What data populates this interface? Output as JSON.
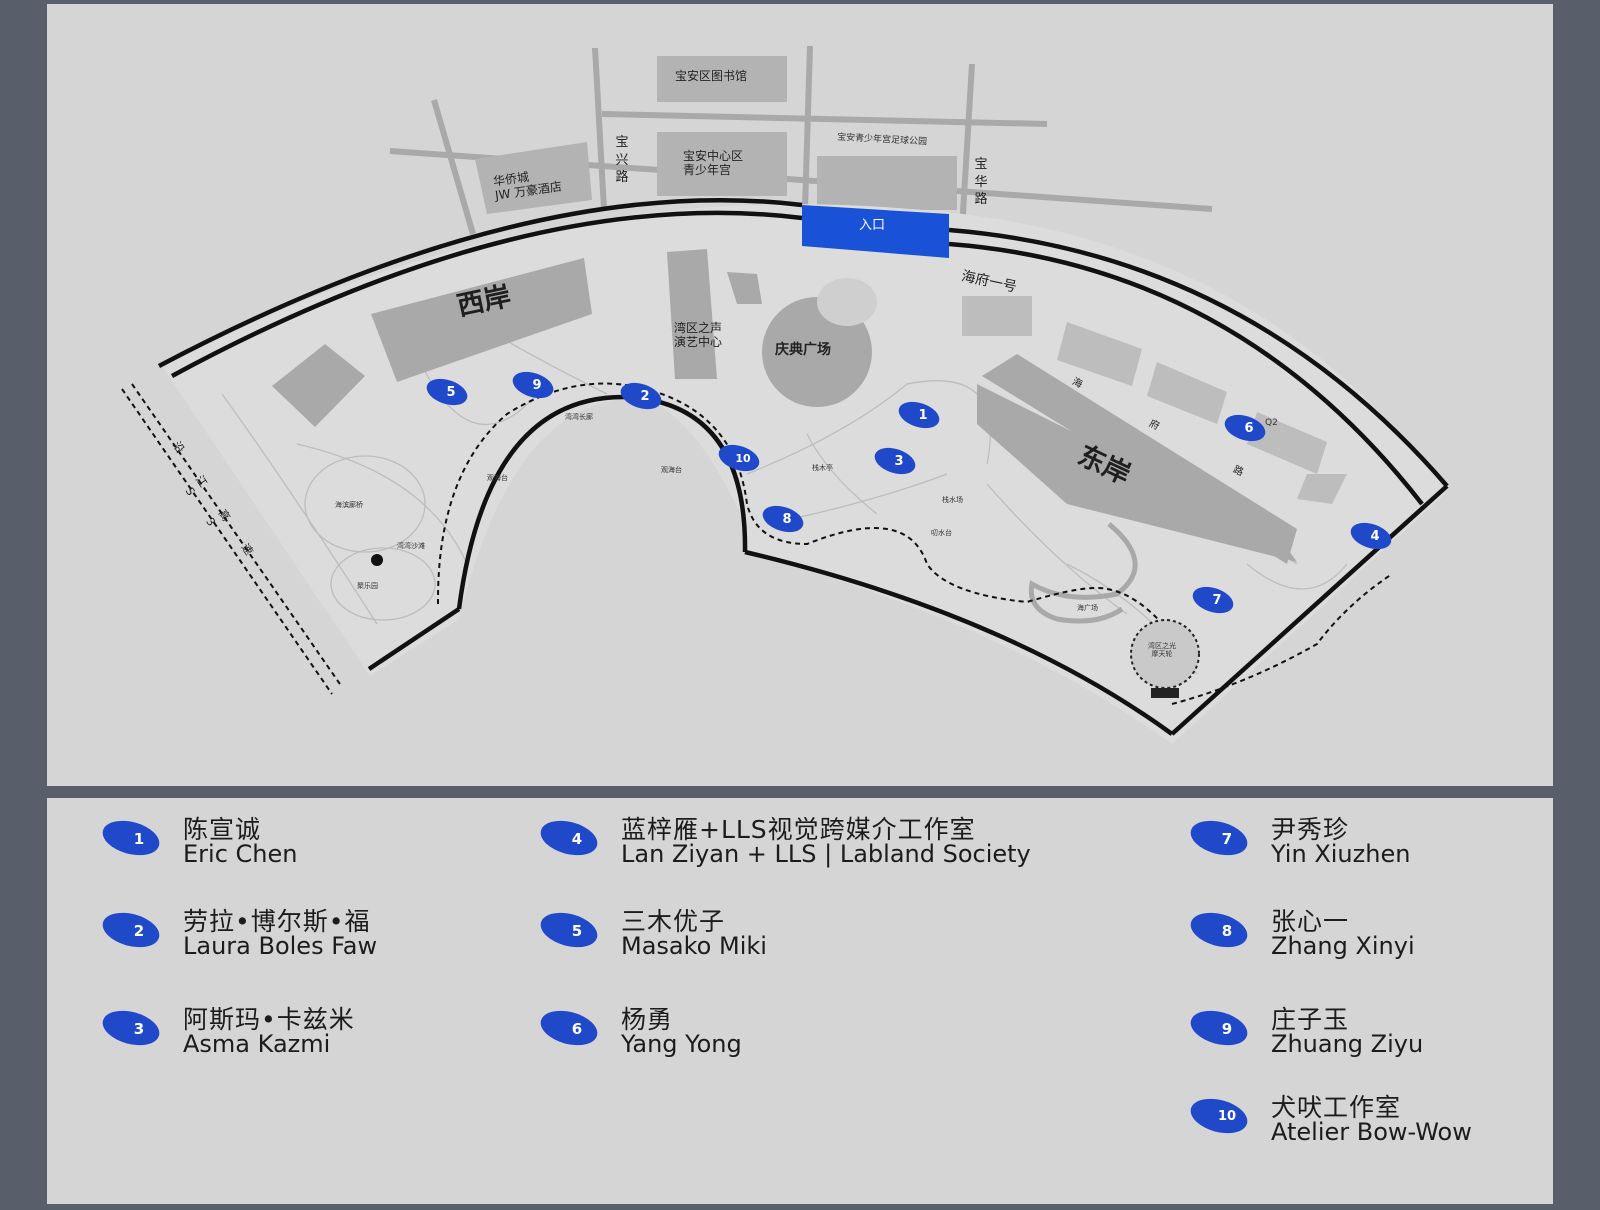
{
  "map": {
    "west_bank": "西岸",
    "east_bank": "东岸",
    "entrance": "入口",
    "library": "宝安区图书馆",
    "hotel": "华侨城\nJW 万豪酒店",
    "youth_palace": "宝安中心区\n青少年宫",
    "football_park": "宝安青少年宫足球公园",
    "baoxing_road": "宝兴路",
    "baohua_road": "宝华路",
    "haifu_one": "海府一号",
    "haifu_road": [
      "海",
      "府",
      "路"
    ],
    "q2": "Q2",
    "celebration_plaza": "庆典广场",
    "bay_sound_center": "湾区之声\n演艺中心",
    "ferris_wheel": "湾区之光\n摩天轮",
    "expressway": "沿江高速S3",
    "small_labels": [
      "湾湾长廊",
      "观海台",
      "观海台",
      "栈木亭",
      "栈水场",
      "叨水台",
      "海滨廊桥",
      "湾湾沙滩",
      "聚乐园",
      "海广场"
    ],
    "pins": [
      {
        "n": "1"
      },
      {
        "n": "2"
      },
      {
        "n": "3"
      },
      {
        "n": "4"
      },
      {
        "n": "5"
      },
      {
        "n": "6"
      },
      {
        "n": "7"
      },
      {
        "n": "8"
      },
      {
        "n": "9"
      },
      {
        "n": "10"
      }
    ]
  },
  "legend": [
    {
      "n": "1",
      "cn": "陈宣诚",
      "en": "Eric Chen"
    },
    {
      "n": "2",
      "cn": "劳拉•博尔斯•福",
      "en": "Laura Boles Faw"
    },
    {
      "n": "3",
      "cn": "阿斯玛•卡兹米",
      "en": "Asma Kazmi"
    },
    {
      "n": "4",
      "cn": "蓝梓雁+LLS视觉跨媒介工作室",
      "en": "Lan Ziyan + LLS | Labland Society"
    },
    {
      "n": "5",
      "cn": "三木优子",
      "en": "Masako Miki"
    },
    {
      "n": "6",
      "cn": "杨勇",
      "en": "Yang Yong"
    },
    {
      "n": "7",
      "cn": "尹秀珍",
      "en": "Yin Xiuzhen"
    },
    {
      "n": "8",
      "cn": "张心一",
      "en": "Zhang Xinyi"
    },
    {
      "n": "9",
      "cn": "庄子玉",
      "en": "Zhuang Ziyu"
    },
    {
      "n": "10",
      "cn": "犬吠工作室",
      "en": "Atelier Bow-Wow"
    }
  ],
  "colors": {
    "pin": "#1f49c9",
    "entrance": "#1952d6",
    "panel": "#d5d5d5",
    "frame": "#585f6b"
  }
}
